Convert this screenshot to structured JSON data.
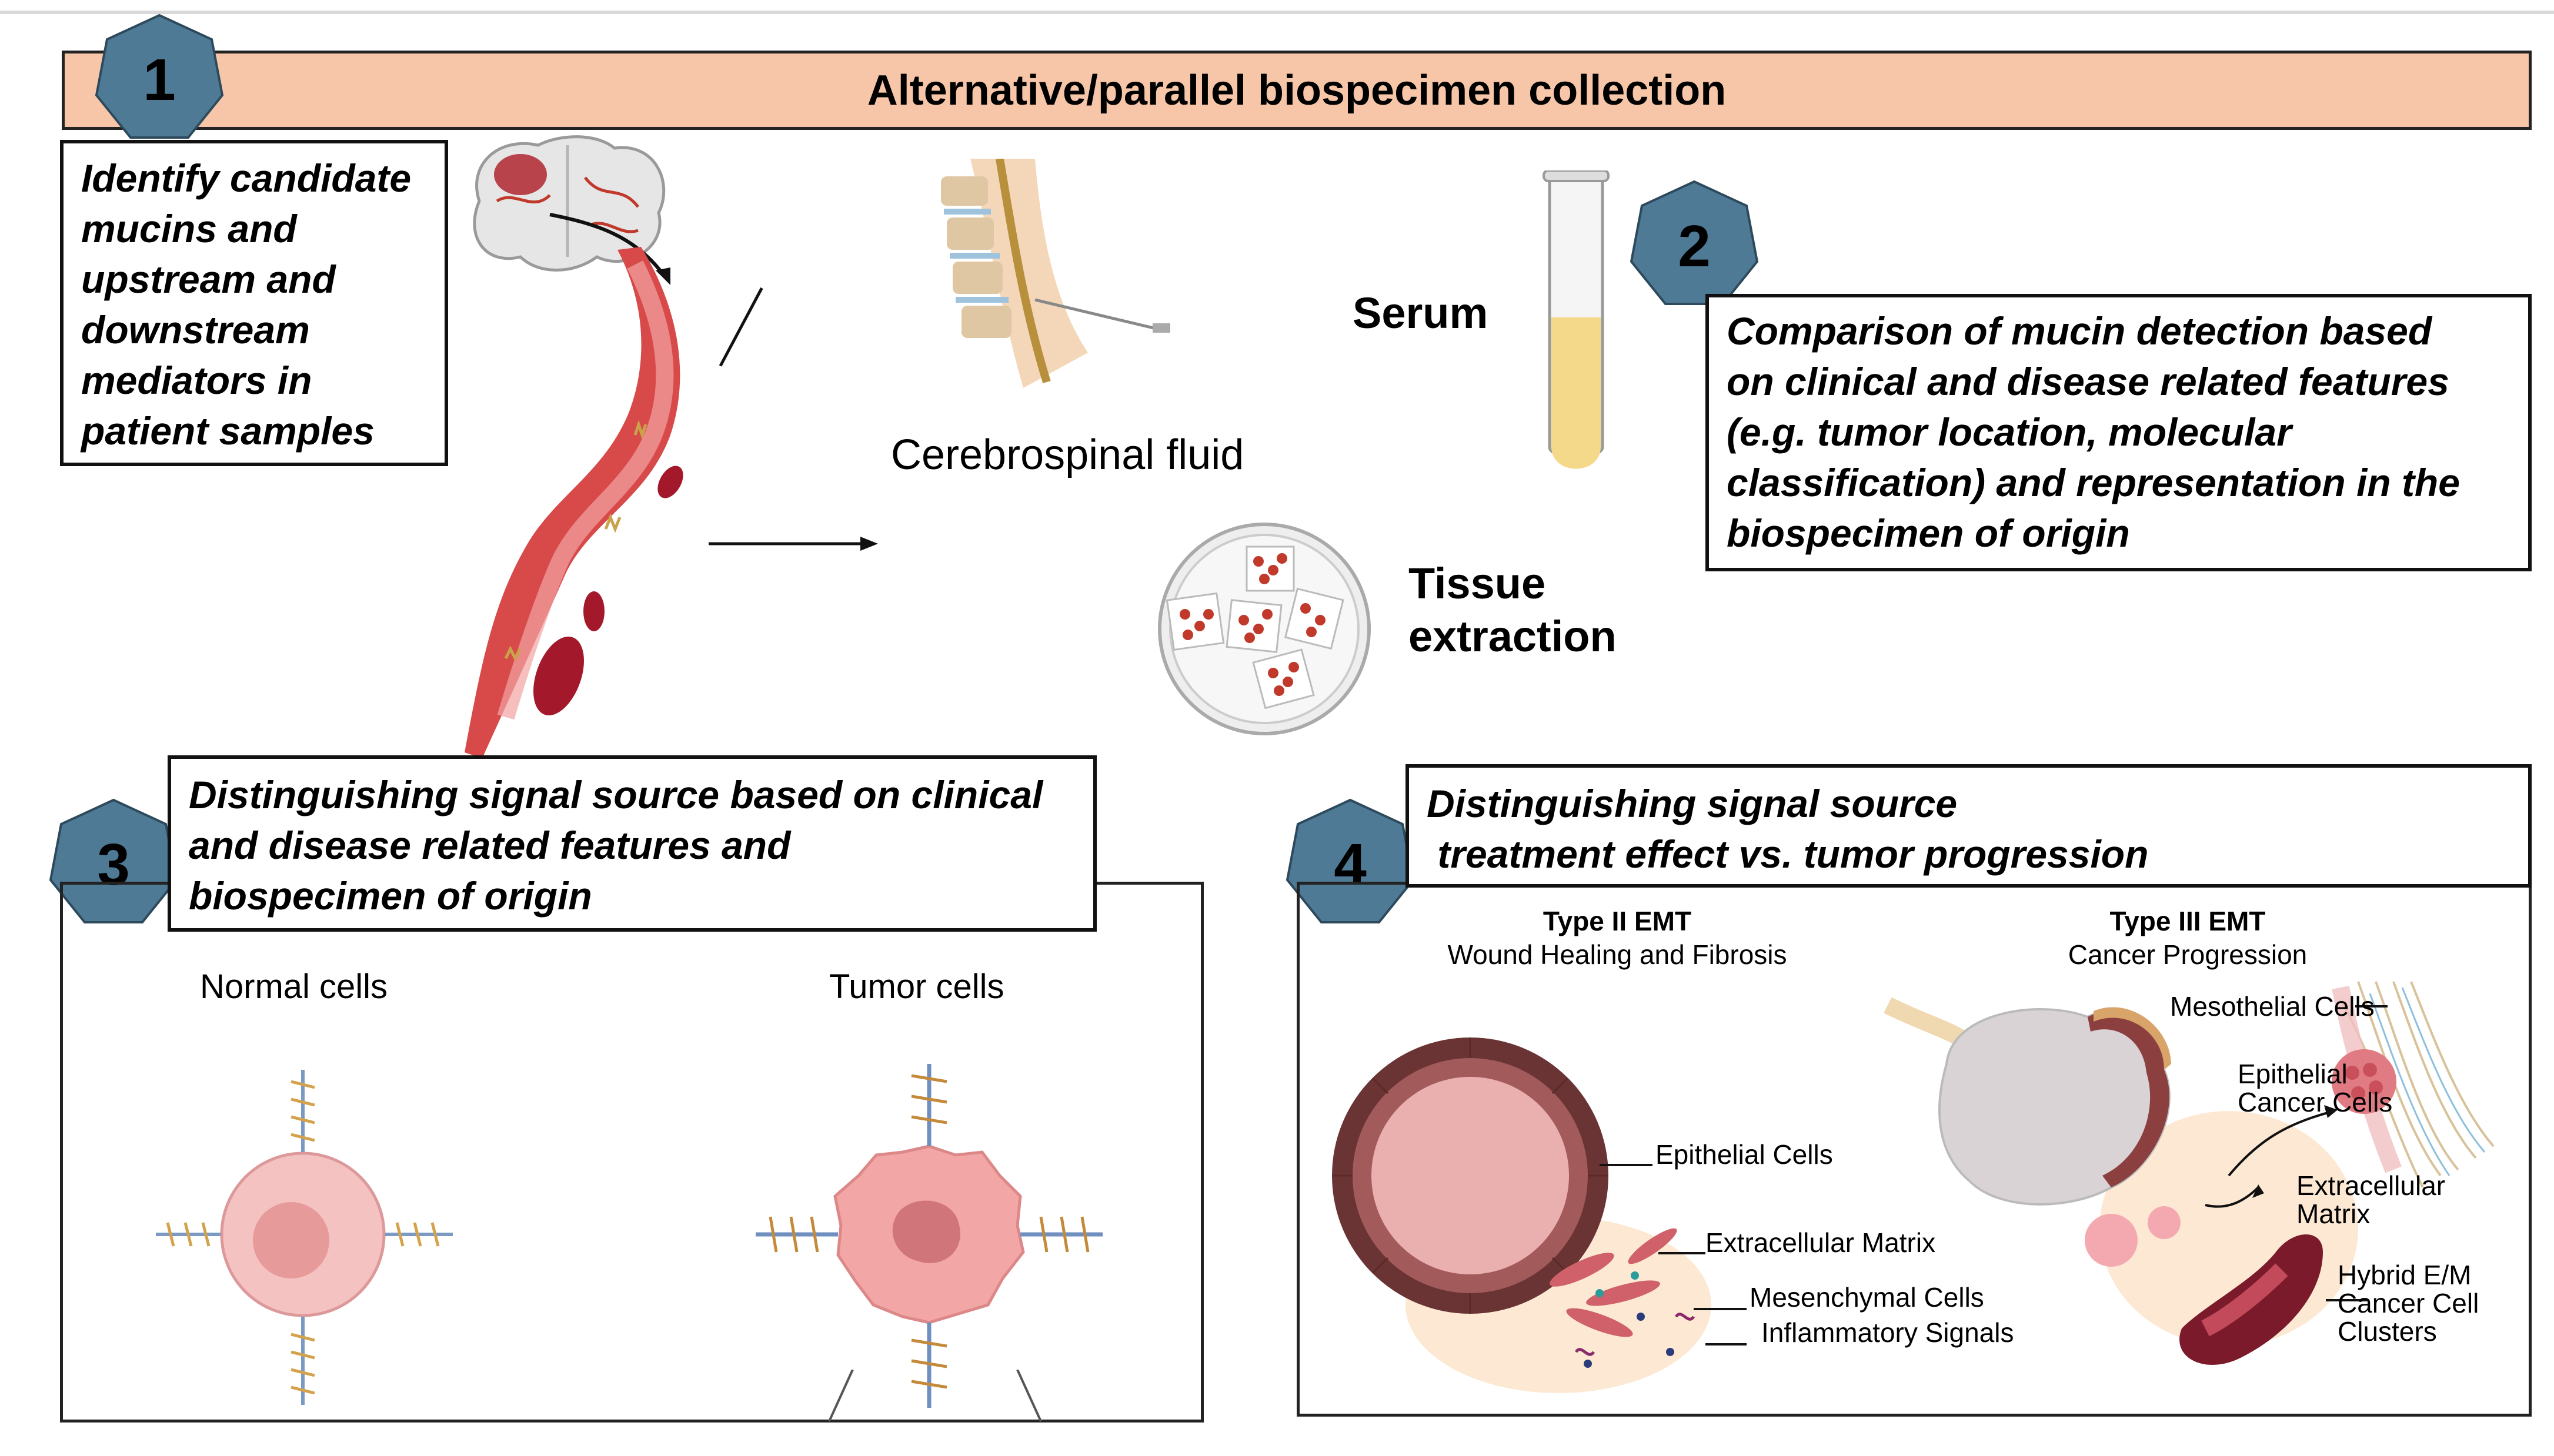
{
  "banner": {
    "title": "Alternative/parallel biospecimen collection"
  },
  "steps": {
    "s1": "1",
    "s2": "2",
    "s3": "3",
    "s4": "4"
  },
  "box1": {
    "lines": [
      "Identify candidate",
      "mucins and",
      "upstream and",
      "downstream",
      "mediators in",
      "patient samples"
    ]
  },
  "box2": {
    "lines": [
      "Comparison of mucin detection based",
      "on clinical and disease related features",
      "(e.g. tumor location, molecular",
      "classification) and representation in the",
      "biospecimen of origin"
    ]
  },
  "box3": {
    "lines": [
      "Distinguishing signal source based on clinical",
      "and disease related features and",
      "biospecimen of origin"
    ]
  },
  "box4": {
    "lines": [
      "Distinguishing signal source",
      " treatment effect vs. tumor progression"
    ]
  },
  "specimens": {
    "csf": "Cerebrospinal fluid",
    "serum": "Serum",
    "tissue_line1": "Tissue",
    "tissue_line2": "extraction"
  },
  "cells": {
    "normal": "Normal cells",
    "tumor": "Tumor cells"
  },
  "emt": {
    "type2_title": "Type II EMT",
    "type2_sub": "Wound Healing and Fibrosis",
    "type3_title": "Type III EMT",
    "type3_sub": "Cancer Progression",
    "labels": {
      "epithelial_cells": "Epithelial Cells",
      "extracellular_matrix": "Extracellular Matrix",
      "mesenchymal_cells": "Mesenchymal Cells",
      "inflammatory_signals": "Inflammatory Signals",
      "mesothelial_cells": "Mesothelial Cells",
      "epithelial_cancer_1": "Epithelial",
      "epithelial_cancer_2": "Cancer Cells",
      "ecm_1": "Extracellular",
      "ecm_2": "Matrix",
      "hybrid_1": "Hybrid E/M",
      "hybrid_2": "Cancer Cell",
      "hybrid_3": "Clusters"
    }
  },
  "colors": {
    "banner": "#f7c6a8",
    "hexagon": "#4e7a96",
    "vessel": "#c0392b"
  }
}
